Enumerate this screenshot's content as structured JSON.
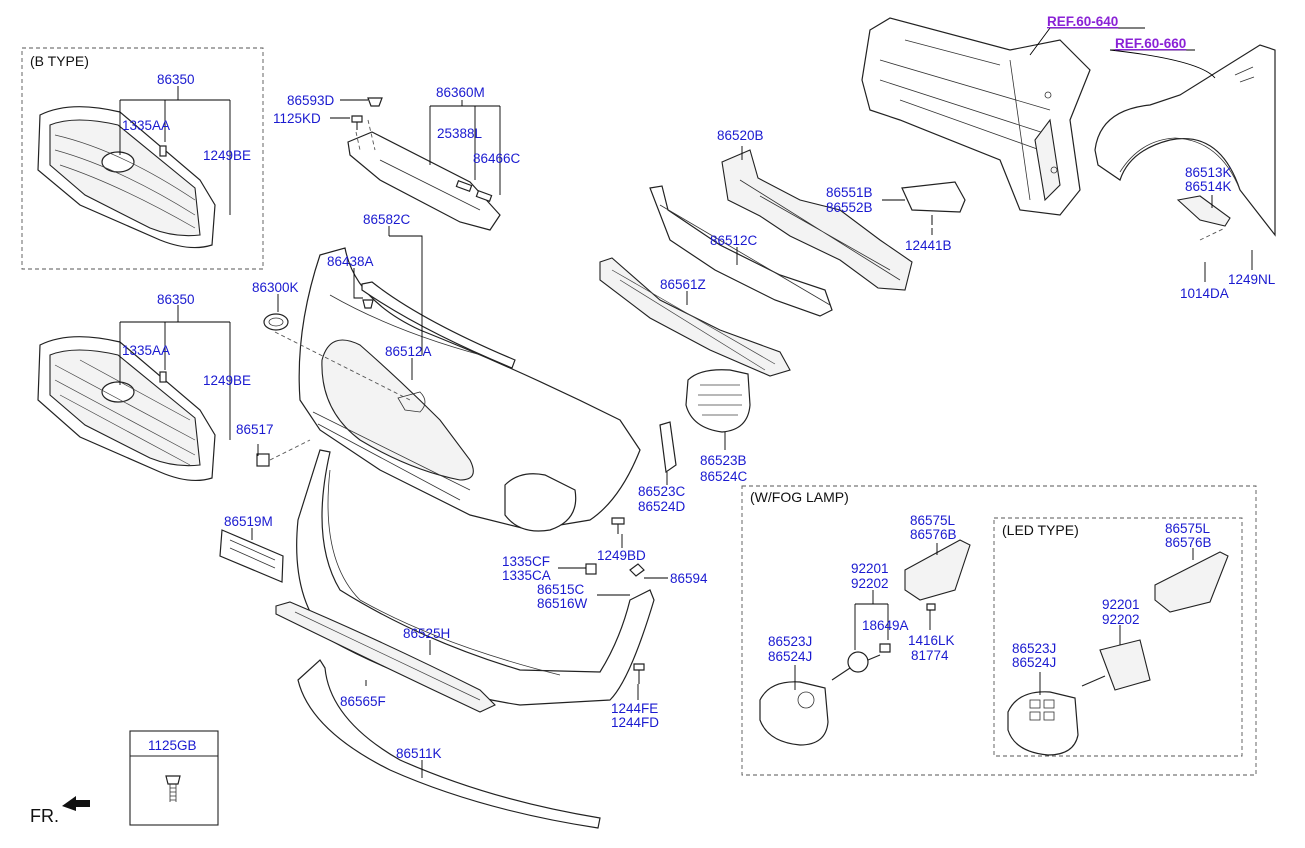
{
  "groups": {
    "b_type": "(B TYPE)",
    "fog_lamp": "(W/FOG LAMP)",
    "led_type": "(LED TYPE)"
  },
  "references": {
    "ref1": "REF.60-640",
    "ref2": "REF.60-660"
  },
  "direction": "FR.",
  "hardware_box": "1125GB",
  "labels": {
    "p86350_b": "86350",
    "p1335AA_b": "1335AA",
    "p1249BE_b": "1249BE",
    "p86350": "86350",
    "p1335AA": "1335AA",
    "p1249BE": "1249BE",
    "p86593D": "86593D",
    "p1125KD": "1125KD",
    "p86360M": "86360M",
    "p25388L": "25388L",
    "p86466C": "86466C",
    "p86520B": "86520B",
    "p86551B": "86551B",
    "p86552B": "86552B",
    "p12441B": "12441B",
    "p86513K": "86513K",
    "p86514K": "86514K",
    "p1249NL": "1249NL",
    "p1014DA": "1014DA",
    "p86582C": "86582C",
    "p86438A": "86438A",
    "p86300K": "86300K",
    "p86512A": "86512A",
    "p86512C": "86512C",
    "p86561Z": "86561Z",
    "p86523B": "86523B",
    "p86524C": "86524C",
    "p86523C": "86523C",
    "p86524D": "86524D",
    "p86517": "86517",
    "p86519M": "86519M",
    "p1249BD": "1249BD",
    "p1335CF": "1335CF",
    "p1335CA": "1335CA",
    "p86594": "86594",
    "p86515C": "86515C",
    "p86516W": "86516W",
    "p86525H": "86525H",
    "p86565F": "86565F",
    "p1244FE": "1244FE",
    "p1244FD": "1244FD",
    "p86511K": "86511K",
    "p86575L_f": "86575L",
    "p86576B_f": "86576B",
    "p92201_f": "92201",
    "p92202_f": "92202",
    "p18649A": "18649A",
    "p1416LK": "1416LK",
    "p81774": "81774",
    "p86523J_f": "86523J",
    "p86524J_f": "86524J",
    "p86575L_l": "86575L",
    "p86576B_l": "86576B",
    "p92201_l": "92201",
    "p92202_l": "92202",
    "p86523J_l": "86523J",
    "p86524J_l": "86524J"
  }
}
